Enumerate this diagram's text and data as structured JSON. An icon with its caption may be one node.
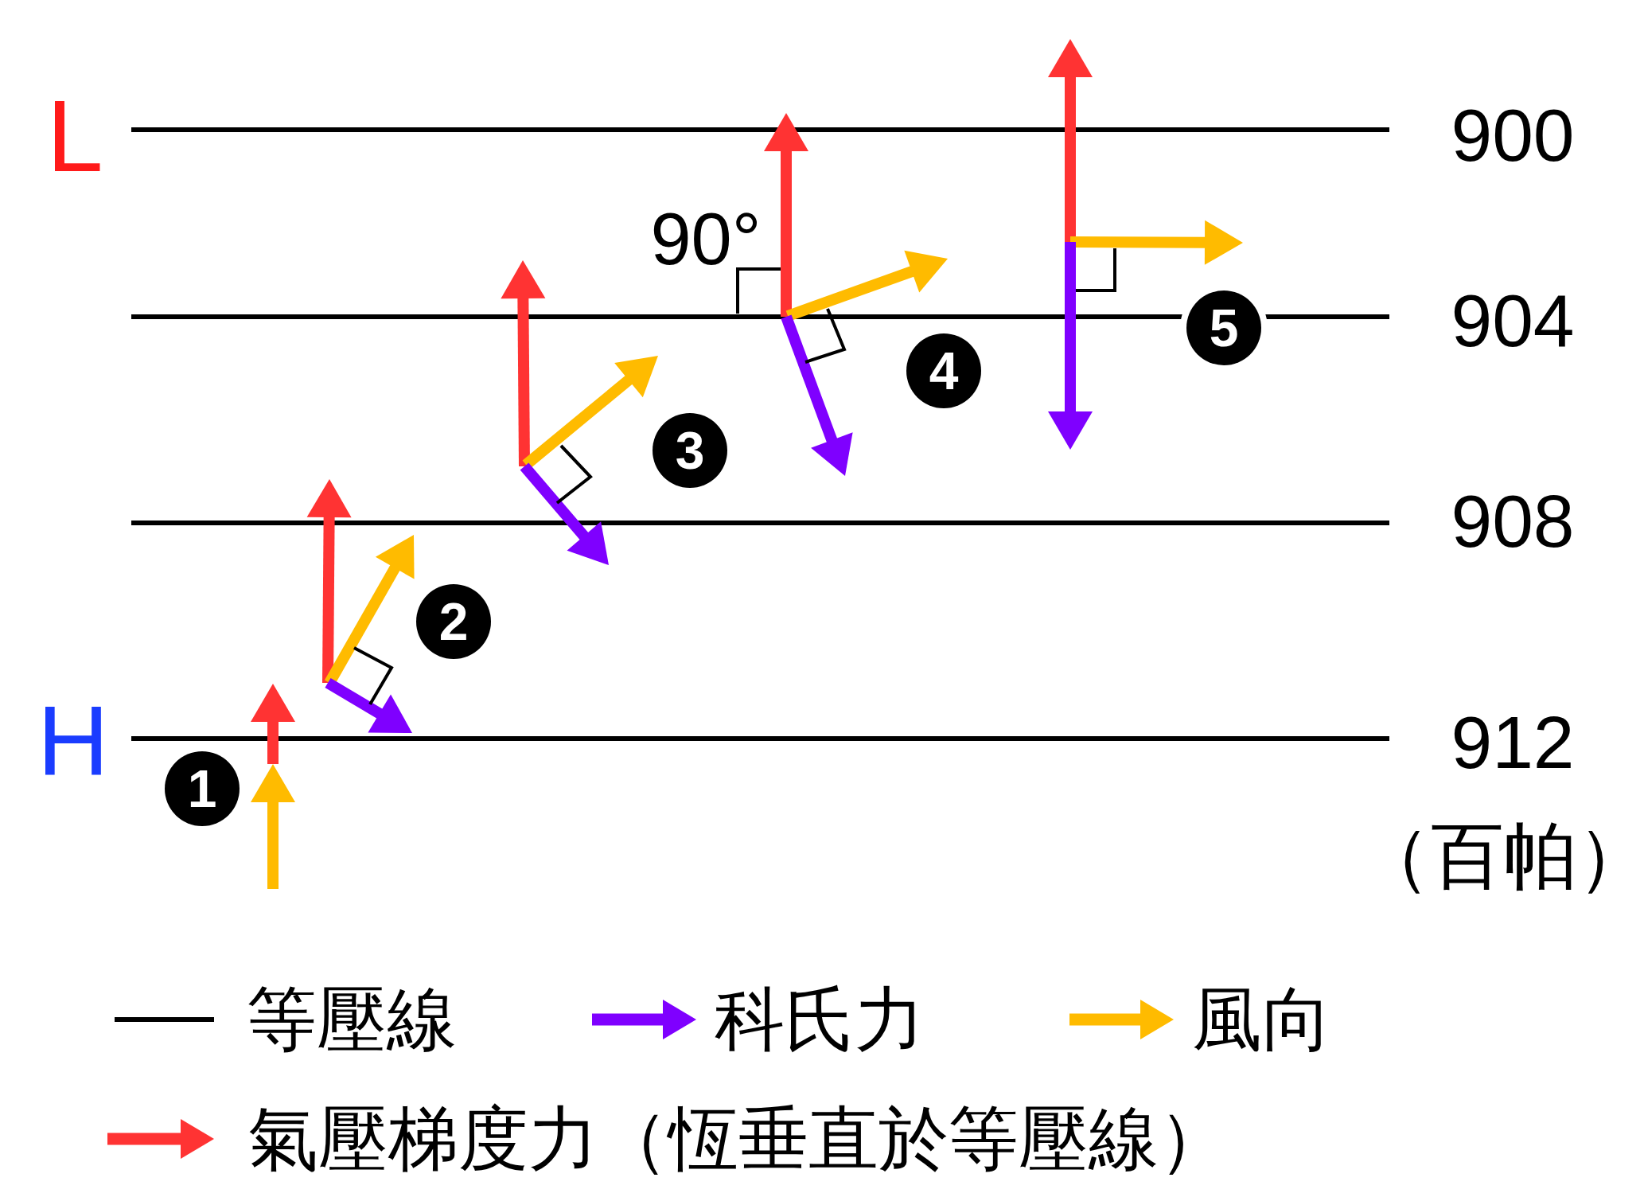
{
  "diagram": {
    "labels": [
      "L",
      "900",
      "90°",
      "904",
      "5",
      "4",
      "3",
      "908",
      "2",
      "H",
      "912",
      "1",
      "（百帕）"
    ],
    "legend": [
      {
        "text": "等壓線"
      },
      {
        "text": "科氏力"
      },
      {
        "text": "風向"
      },
      {
        "text": "氣壓梯度力（恆垂直於等壓線）"
      }
    ]
  }
}
